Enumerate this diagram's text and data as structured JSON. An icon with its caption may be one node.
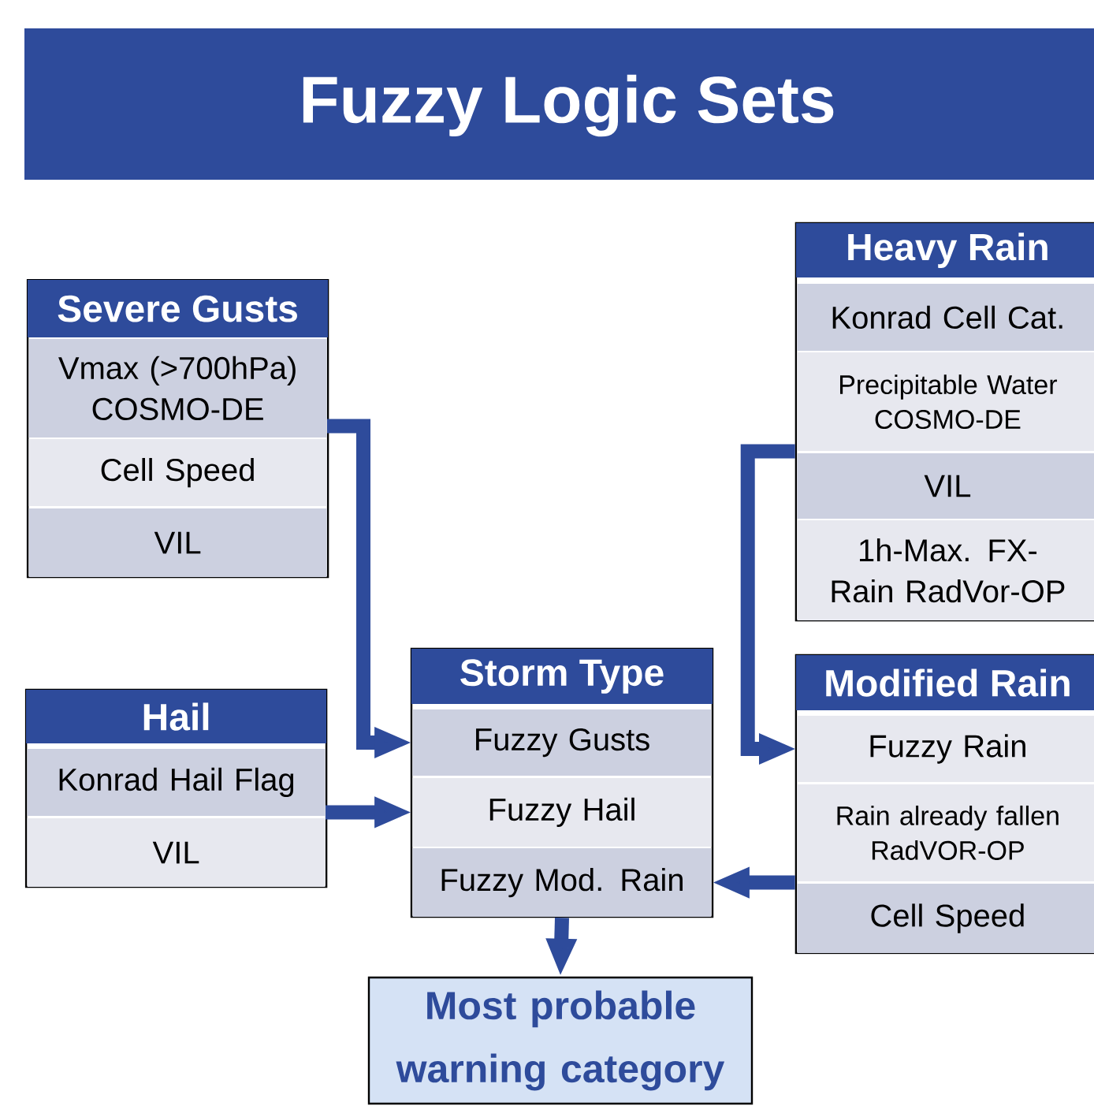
{
  "diagram": {
    "title": "Fuzzy Logic Sets",
    "nodes": [
      {
        "text": [
          "Severe Gusts"
        ]
      },
      {
        "text": [
          "Vmax (>700hPa) COSMO-DE"
        ],
        "in": 0
      },
      {
        "text": [
          "Cell Speed"
        ],
        "in": 0
      },
      {
        "text": [
          "VIL"
        ],
        "in": 0
      },
      {
        "text": [
          "Hail"
        ]
      },
      {
        "text": [
          "Konrad Hail Flag"
        ],
        "in": 4
      },
      {
        "text": [
          "VIL"
        ],
        "in": 4
      },
      {
        "text": [
          "Heavy Rain"
        ]
      },
      {
        "text": [
          "Konrad Cell Cat."
        ],
        "in": 7
      },
      {
        "text": [
          "Precipitable Water COSMO-DE"
        ],
        "in": 7
      },
      {
        "text": [
          "VIL"
        ],
        "in": 7
      },
      {
        "text": [
          "1h-Max. FX-Rain RadVor-OP"
        ],
        "in": 7
      },
      {
        "text": [
          "Storm Type"
        ]
      },
      {
        "text": [
          "Fuzzy Gusts"
        ],
        "in": 12
      },
      {
        "text": [
          "Fuzzy Hail"
        ],
        "in": 12
      },
      {
        "text": [
          "Fuzzy Mod. Rain"
        ],
        "in": 12
      },
      {
        "text": [
          "Modified Rain"
        ]
      },
      {
        "text": [
          "Fuzzy Rain"
        ],
        "in": 16
      },
      {
        "text": [
          "Rain already fallen RadVOR-OP"
        ],
        "in": 16
      },
      {
        "text": [
          "Cell Speed"
        ],
        "in": 16
      },
      {
        "text": [
          "Most probable warning category"
        ]
      }
    ],
    "edges": [
      {
        "from": 1,
        "to": 13,
        "arrow": "to"
      },
      {
        "from": 5,
        "to": 14,
        "arrow": "to"
      },
      {
        "from": 7,
        "to": 17,
        "arrow": "to"
      },
      {
        "from": 16,
        "to": 15,
        "arrow": "to"
      },
      {
        "from": 12,
        "to": 20,
        "arrow": "to"
      }
    ]
  }
}
